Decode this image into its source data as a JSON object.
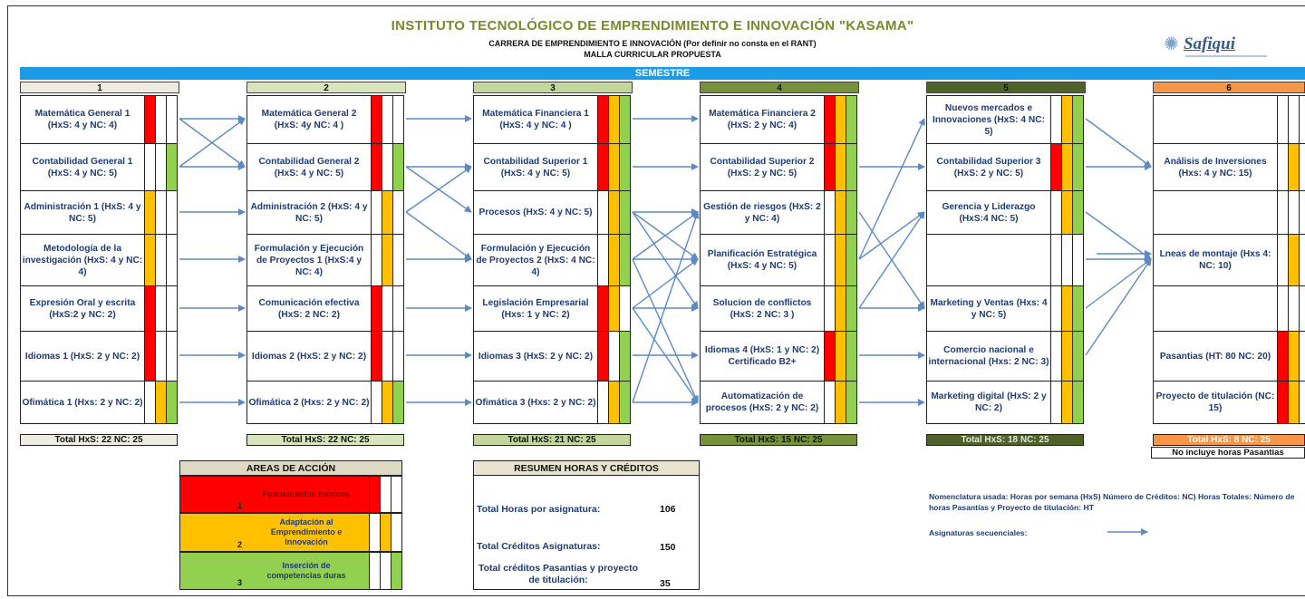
{
  "header": {
    "title": "INSTITUTO TECNOLÓGICO DE EMPRENDIMIENTO E INNOVACIÓN \"KASAMA\"",
    "subtitle": "CARRERA DE EMPRENDIMIENTO E INNOVACIÓN (Por definir no consta en el RANT)",
    "subtitle2": "MALLA CURRICULAR PROPUESTA",
    "logo_text": "Safiqui"
  },
  "semester_bar": "SEMESTRE",
  "semesters": [
    {
      "label": "1",
      "total": "Total HxS: 22 NC: 25",
      "subjects": [
        "Matemática General 1 (HxS: 4 y NC: 4)",
        "Contabilidad General 1 (HxS: 4 y NC: 5)",
        "Administración 1 (HxS: 4 y NC: 5)",
        "Metodología de la investigación (HxS: 4 y NC: 4)",
        "Expresión Oral y escrita (HxS:2 y NC: 2)",
        "Idiomas 1 (HxS: 2 y NC: 2)",
        "Ofimática 1 (Hxs: 2 y NC: 2)"
      ]
    },
    {
      "label": "2",
      "total": "Total HxS: 22 NC: 25",
      "subjects": [
        "Matemática General 2 (HxS: 4y NC: 4 )",
        "Contabilidad General 2 (HxS: 4 y NC: 5)",
        "Administración 2 (HxS: 4 y NC: 5)",
        "Formulación y Ejecución de Proyectos 1 (HxS:4 y NC: 4)",
        "Comunicación efectiva (HxS: 2 NC: 2)",
        "Idiomas 2 (HxS: 2 y NC: 2)",
        "Ofimática 2 (Hxs: 2 y NC: 2)"
      ]
    },
    {
      "label": "3",
      "total": "Total HxS: 21 NC: 25",
      "subjects": [
        "Matemática Financiera 1 (HxS: 4 y NC: 4 )",
        "Contabilidad Superior 1 (HxS: 4 y NC: 5)",
        "Procesos (HxS: 4 y NC: 5)",
        "Formulación y Ejecución de Proyectos 2 (HxS: 4 NC: 4)",
        "Legislación Empresarial (Hxs: 1 y NC: 2)",
        "Idiomas 3 (HxS: 2 y NC: 2)",
        "Ofimática 3 (Hxs: 2 y NC: 2)"
      ]
    },
    {
      "label": "4",
      "total": "Total HxS: 15 NC: 25",
      "subjects": [
        "Matemática Financiera 2 (HxS: 2 y NC: 4)",
        "Contabilidad Superior 2 (HxS: 2 y NC: 5)",
        "Gestión de riesgos (HxS: 2 y NC: 4)",
        "Planificación Estratégica (HxS: 4 y NC: 5)",
        "Solucion de conflictos (HxS: 2 NC: 3 )",
        "Idiomas 4 (HxS: 1 y NC: 2) Certificado B2+",
        "Automatización de procesos (HxS: 2 y NC: 2)"
      ]
    },
    {
      "label": "5",
      "total": "Total HxS: 18 NC: 25",
      "subjects": [
        "Nuevos mercados e Innovaciones (HxS: 4 NC: 5)",
        "Contabilidad Superior 3 (HxS: 2 y NC: 5)",
        "Gerencia y Liderazgo (HxS:4 NC: 5)",
        "",
        "Marketing y Ventas (Hxs: 4 y NC: 5)",
        "Comercio nacional e internacional (Hxs: 2 NC: 3)",
        "Marketing digital (HxS: 2 y NC: 2)"
      ]
    },
    {
      "label": "6",
      "total": "Total HxS: 8 NC: 25",
      "subjects": [
        "",
        "Análisis de Inversiones (Hxs: 4 y NC: 15)",
        "",
        "Lneas de montaje (Hxs 4: NC: 10)",
        "",
        "Pasantias (HT: 80 NC: 20)",
        "Proyecto de titulación (NC: 15)"
      ]
    }
  ],
  "note_pasantias": "No incluye horas Pasantias",
  "areas": {
    "header": "AREAS DE ACCIÓN",
    "items": [
      {
        "num": "1",
        "label": "Fundamentos teóricos",
        "color": "#ff0000"
      },
      {
        "num": "2",
        "label": "Adaptación al Emprendimiento e Innovación",
        "color": "#ffc000"
      },
      {
        "num": "3",
        "label": "Inserción de competencias duras",
        "color": "#92d050"
      }
    ]
  },
  "resumen": {
    "header": "RESUMEN HORAS Y CRÉDITOS",
    "rows": [
      {
        "label": "Total Horas por asignatura:",
        "value": "106"
      },
      {
        "label": "Total Créditos Asignaturas:",
        "value": "150"
      },
      {
        "label": "Total créditos Pasantias y proyecto de titulación:",
        "value": "35"
      }
    ]
  },
  "legend": {
    "nomenclature": "Nomenclatura usada: Horas por semana (HxS) Número de Créditos: NC) Horas Totales: Número de horas Pasantías y Proyecto de titulación: HT",
    "sequential": "Asignaturas secuenciales:"
  },
  "colors": {
    "red": "#ff0000",
    "amber": "#ffc000",
    "green": "#92d050",
    "sem_bar": "#1e9be6",
    "arrow": "#5b8ac6"
  }
}
